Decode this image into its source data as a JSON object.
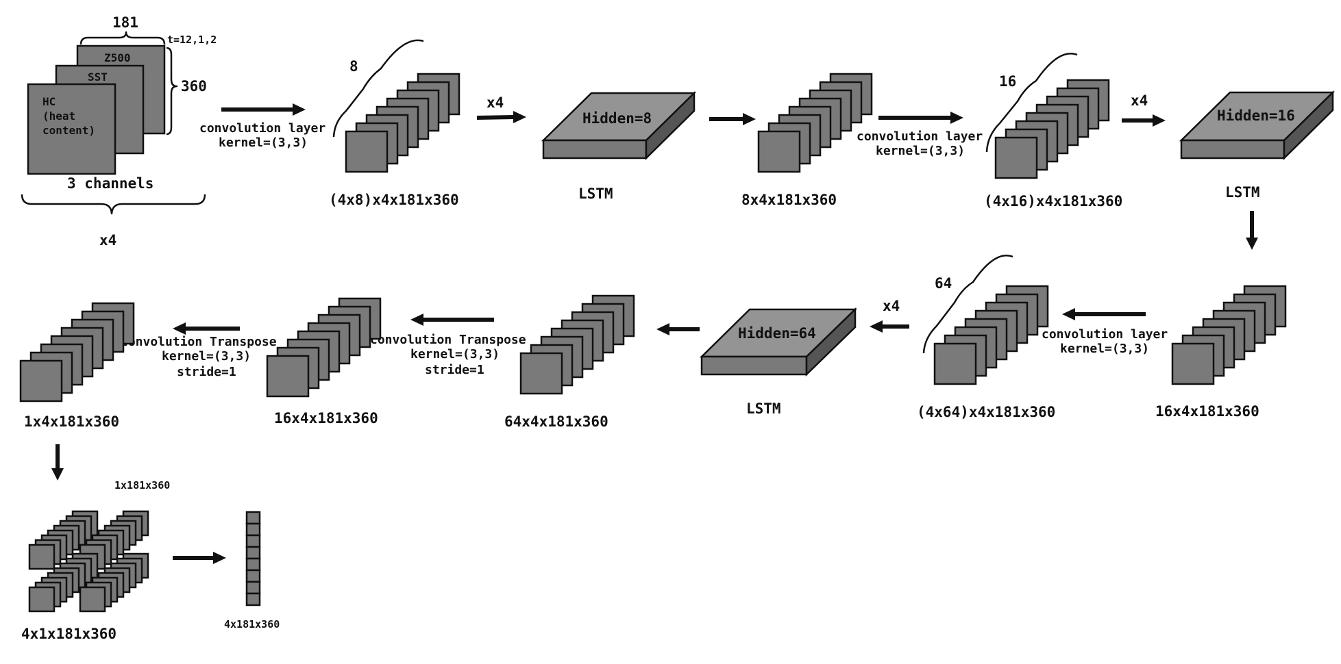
{
  "input": {
    "width": "181",
    "height": "360",
    "time_steps": "t=12,1,2",
    "channels": [
      "Z500",
      "SST",
      "HC",
      "(heat",
      "content)"
    ],
    "channels_label": "3 channels",
    "repeat": "x4"
  },
  "row1": {
    "conv1": {
      "line1": "convolution layer",
      "line2": "kernel=(3,3)"
    },
    "stack1": {
      "brace": "8",
      "dims": "(4x8)x4x181x360"
    },
    "repeat1": "x4",
    "lstm1": {
      "hidden": "Hidden=8",
      "label": "LSTM"
    },
    "stack2": {
      "dims": "8x4x181x360"
    },
    "conv2": {
      "line1": "convolution layer",
      "line2": "kernel=(3,3)"
    },
    "stack3": {
      "brace": "16",
      "dims": "(4x16)x4x181x360"
    },
    "repeat2": "x4",
    "lstm2": {
      "hidden": "Hidden=16",
      "label": "LSTM"
    }
  },
  "row2": {
    "stack4": {
      "dims": "16x4x181x360"
    },
    "conv3": {
      "line1": "convolution layer",
      "line2": "kernel=(3,3)"
    },
    "stack5": {
      "brace": "64",
      "dims": "(4x64)x4x181x360"
    },
    "repeat3": "x4",
    "lstm3": {
      "hidden": "Hidden=64",
      "label": "LSTM"
    },
    "stack6": {
      "dims": "64x4x181x360"
    },
    "convT1": {
      "line1": "convolution Transpose",
      "line2": "kernel=(3,3)",
      "line3": "stride=1"
    },
    "stack7": {
      "dims": "16x4x181x360"
    },
    "convT2": {
      "line1": "convolution Transpose",
      "line2": "kernel=(3,3)",
      "line3": "stride=1"
    },
    "stack8": {
      "dims": "1x4x181x360"
    }
  },
  "row3": {
    "grid_top": "1x181x360",
    "grid_dims": "4x1x181x360",
    "column_dims": "4x181x360"
  }
}
